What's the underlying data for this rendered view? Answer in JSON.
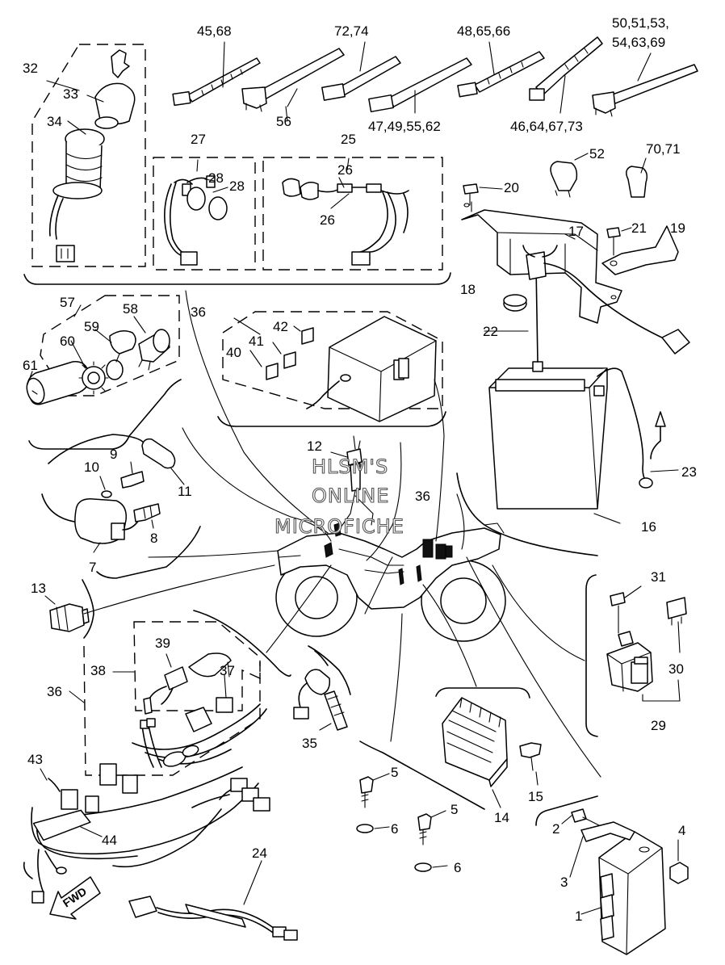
{
  "diagram": {
    "watermark": [
      "HLSM'S",
      "ONLINE",
      "MICROFICHE"
    ],
    "fwd_label": "FWD",
    "callouts": [
      {
        "id": "c1",
        "text": "1"
      },
      {
        "id": "c2",
        "text": "2"
      },
      {
        "id": "c3",
        "text": "3"
      },
      {
        "id": "c4",
        "text": "4"
      },
      {
        "id": "c5a",
        "text": "5"
      },
      {
        "id": "c5b",
        "text": "5"
      },
      {
        "id": "c6a",
        "text": "6"
      },
      {
        "id": "c6b",
        "text": "6"
      },
      {
        "id": "c7",
        "text": "7"
      },
      {
        "id": "c8",
        "text": "8"
      },
      {
        "id": "c9",
        "text": "9"
      },
      {
        "id": "c10",
        "text": "10"
      },
      {
        "id": "c11",
        "text": "11"
      },
      {
        "id": "c12",
        "text": "12"
      },
      {
        "id": "c13",
        "text": "13"
      },
      {
        "id": "c14",
        "text": "14"
      },
      {
        "id": "c15",
        "text": "15"
      },
      {
        "id": "c16",
        "text": "16"
      },
      {
        "id": "c17",
        "text": "17"
      },
      {
        "id": "c18",
        "text": "18"
      },
      {
        "id": "c19",
        "text": "19"
      },
      {
        "id": "c20",
        "text": "20"
      },
      {
        "id": "c21",
        "text": "21"
      },
      {
        "id": "c22",
        "text": "22"
      },
      {
        "id": "c23",
        "text": "23"
      },
      {
        "id": "c24",
        "text": "24"
      },
      {
        "id": "c25",
        "text": "25"
      },
      {
        "id": "c26a",
        "text": "26"
      },
      {
        "id": "c26b",
        "text": "26"
      },
      {
        "id": "c27",
        "text": "27"
      },
      {
        "id": "c28a",
        "text": "28"
      },
      {
        "id": "c28b",
        "text": "28"
      },
      {
        "id": "c29",
        "text": "29"
      },
      {
        "id": "c30",
        "text": "30"
      },
      {
        "id": "c31",
        "text": "31"
      },
      {
        "id": "c32",
        "text": "32"
      },
      {
        "id": "c33",
        "text": "33"
      },
      {
        "id": "c34",
        "text": "34"
      },
      {
        "id": "c35",
        "text": "35"
      },
      {
        "id": "c36a",
        "text": "36"
      },
      {
        "id": "c36b",
        "text": "36"
      },
      {
        "id": "c36c",
        "text": "36"
      },
      {
        "id": "c37",
        "text": "37"
      },
      {
        "id": "c38",
        "text": "38"
      },
      {
        "id": "c39",
        "text": "39"
      },
      {
        "id": "c40",
        "text": "40"
      },
      {
        "id": "c41",
        "text": "41"
      },
      {
        "id": "c42",
        "text": "42"
      },
      {
        "id": "c43",
        "text": "43"
      },
      {
        "id": "c44",
        "text": "44"
      },
      {
        "id": "c57",
        "text": "57"
      },
      {
        "id": "c58",
        "text": "58"
      },
      {
        "id": "c59",
        "text": "59"
      },
      {
        "id": "c60",
        "text": "60"
      },
      {
        "id": "c61",
        "text": "61"
      },
      {
        "id": "c52",
        "text": "52"
      },
      {
        "id": "c70",
        "text": "70,71"
      },
      {
        "id": "c45",
        "text": "45,68"
      },
      {
        "id": "c72",
        "text": "72,74"
      },
      {
        "id": "c48",
        "text": "48,65,66"
      },
      {
        "id": "c50a",
        "text": "50,51,53,"
      },
      {
        "id": "c50b",
        "text": "54,63,69"
      },
      {
        "id": "c56",
        "text": "56"
      },
      {
        "id": "c47",
        "text": "47,49,55,62"
      },
      {
        "id": "c46",
        "text": "46,64,67,73"
      }
    ]
  }
}
